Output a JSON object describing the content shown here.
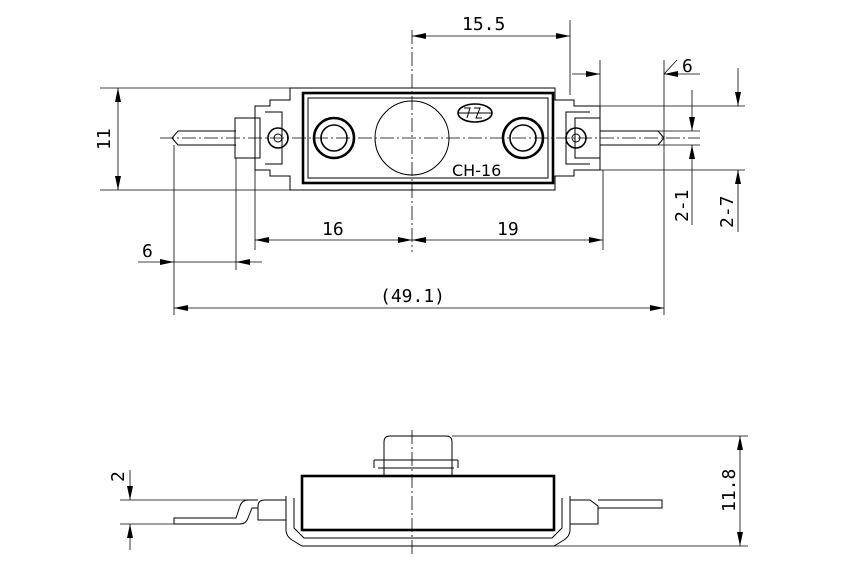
{
  "model_label": "CH-16",
  "dimensions": {
    "top_width": "15.5",
    "height": "11",
    "tab_offset": "6",
    "right_tab": "6",
    "hole_1": "2-1",
    "hole_2": "2-7",
    "left_span": "16",
    "right_span": "19",
    "pin_length": "6",
    "overall_length": "(49.1)",
    "side_thickness": "2",
    "side_height": "11.8"
  }
}
